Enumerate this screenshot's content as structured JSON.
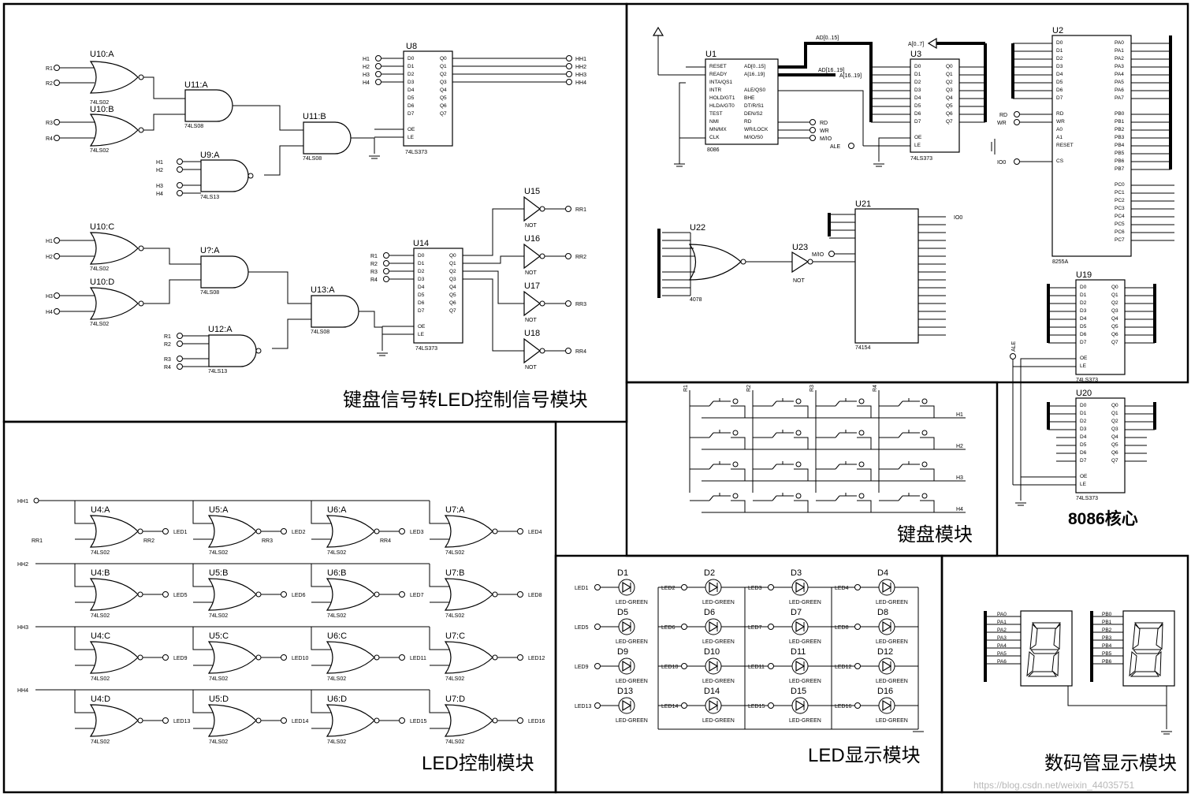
{
  "modules": {
    "keyboard_to_led": "键盘信号转LED控制信号模块",
    "led_control": "LED控制模块",
    "core": "8086核心",
    "keyboard": "键盘模块",
    "led_display": "LED显示模块",
    "seven_seg": "数码管显示模块"
  },
  "watermark": "https://blog.csdn.net/weixin_44035751",
  "parts": {
    "nor": "74LS02",
    "and": "74LS08",
    "nand4": "74LS13",
    "latch": "74LS373",
    "not": "NOT",
    "or8": "4078",
    "dec": "74154",
    "ppi": "8255A",
    "cpu": "8086",
    "led": "LED-GREEN"
  },
  "refs": {
    "u10a": "U10:A",
    "u10b": "U10:B",
    "u11a": "U11:A",
    "u11b": "U11:B",
    "u9a": "U9:A",
    "u8": "U8",
    "u10c": "U10:C",
    "u10d": "U10:D",
    "uqa": "U?:A",
    "u13a": "U13:A",
    "u12a": "U12:A",
    "u14": "U14",
    "u15": "U15",
    "u16": "U16",
    "u17": "U17",
    "u18": "U18",
    "u1": "U1",
    "u3": "U3",
    "u2": "U2",
    "u22": "U22",
    "u23": "U23",
    "u21": "U21",
    "u19": "U19",
    "u20": "U20"
  },
  "signals": {
    "R1": "R1",
    "R2": "R2",
    "R3": "R3",
    "R4": "R4",
    "H1": "H1",
    "H2": "H2",
    "H3": "H3",
    "H4": "H4",
    "HH1": "HH1",
    "HH2": "HH2",
    "HH3": "HH3",
    "HH4": "HH4",
    "RR1": "RR1",
    "RR2": "RR2",
    "RR3": "RR3",
    "RR4": "RR4",
    "ALE": "ALE",
    "RD": "RD",
    "WR": "WR",
    "MIO": "M/IO",
    "bus_ad": "AD[0..15]",
    "bus_a": "A[16..19]",
    "bus_a07": "A[0..7]",
    "bus_ad2": "AD[16..19]",
    "io0": "IO0"
  },
  "latch_pins": {
    "inputs": [
      "D0",
      "D1",
      "D2",
      "D3",
      "D4",
      "D5",
      "D6",
      "D7"
    ],
    "outputs": [
      "Q0",
      "Q1",
      "Q2",
      "Q3",
      "Q4",
      "Q5",
      "Q6",
      "Q7"
    ],
    "oe": "OE",
    "le": "LE"
  },
  "cpu_pins": {
    "left": [
      "RESET",
      "READY",
      "INTA/QS1",
      "INTR",
      "HOLD/GT1",
      "HLDA/GT0",
      "TEST",
      "NMI",
      "MN/MX",
      "CLK"
    ],
    "right": [
      "AD[0..15]",
      "A[16..19]",
      "ALE/QS0",
      "BHE",
      "DT/R/S1",
      "DEN/S2",
      "RD",
      "WR/LOCK",
      "M/IO/S0"
    ]
  },
  "ppi_pins": {
    "left": [
      "D0",
      "D1",
      "D2",
      "D3",
      "D4",
      "D5",
      "D6",
      "D7",
      "RD",
      "WR",
      "A0",
      "A1",
      "RESET",
      "CS"
    ],
    "right_a": [
      "PA0",
      "PA1",
      "PA2",
      "PA3",
      "PA4",
      "PA5",
      "PA6",
      "PA7"
    ],
    "right_b": [
      "PB0",
      "PB1",
      "PB2",
      "PB3",
      "PB4",
      "PB5",
      "PB6",
      "PB7"
    ],
    "right_c": [
      "PC0",
      "PC1",
      "PC2",
      "PC3",
      "PC4",
      "PC5",
      "PC6",
      "PC7"
    ]
  },
  "leds": [
    "D1",
    "D2",
    "D3",
    "D4",
    "D5",
    "D6",
    "D7",
    "D8",
    "D9",
    "D10",
    "D11",
    "D12",
    "D13",
    "D14",
    "D15",
    "D16"
  ],
  "led_nets": [
    "LED1",
    "LED2",
    "LED3",
    "LED4",
    "LED5",
    "LED6",
    "LED7",
    "LED8",
    "LED9",
    "LED10",
    "LED11",
    "LED12",
    "LED13",
    "LED14",
    "LED15",
    "LED16"
  ],
  "seg_a": [
    "PA0",
    "PA1",
    "PA2",
    "PA3",
    "PA4",
    "PA5",
    "PA6"
  ],
  "seg_b": [
    "PB0",
    "PB1",
    "PB2",
    "PB3",
    "PB4",
    "PB5",
    "PB6"
  ]
}
